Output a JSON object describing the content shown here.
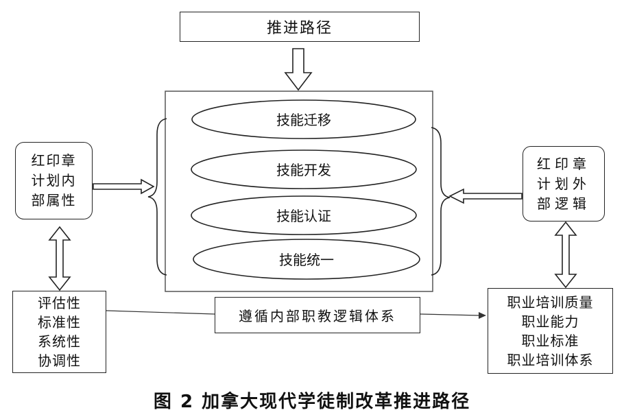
{
  "diagram": {
    "top_label": "推进路径",
    "skills": [
      "技能迁移",
      "技能开发",
      "技能认证",
      "技能统一"
    ],
    "left_top": "红印章\n计划内\n部属性",
    "right_top": "红印章\n计划外\n部逻辑",
    "left_bottom": "评估性\n标准性\n系统性\n协调性",
    "middle_bottom": "遵循内部职教逻辑体系",
    "right_bottom": "职业培训质量\n职业能力\n职业标准\n职业培训体系",
    "caption": "图 2   加拿大现代学徒制改革推进路径"
  }
}
